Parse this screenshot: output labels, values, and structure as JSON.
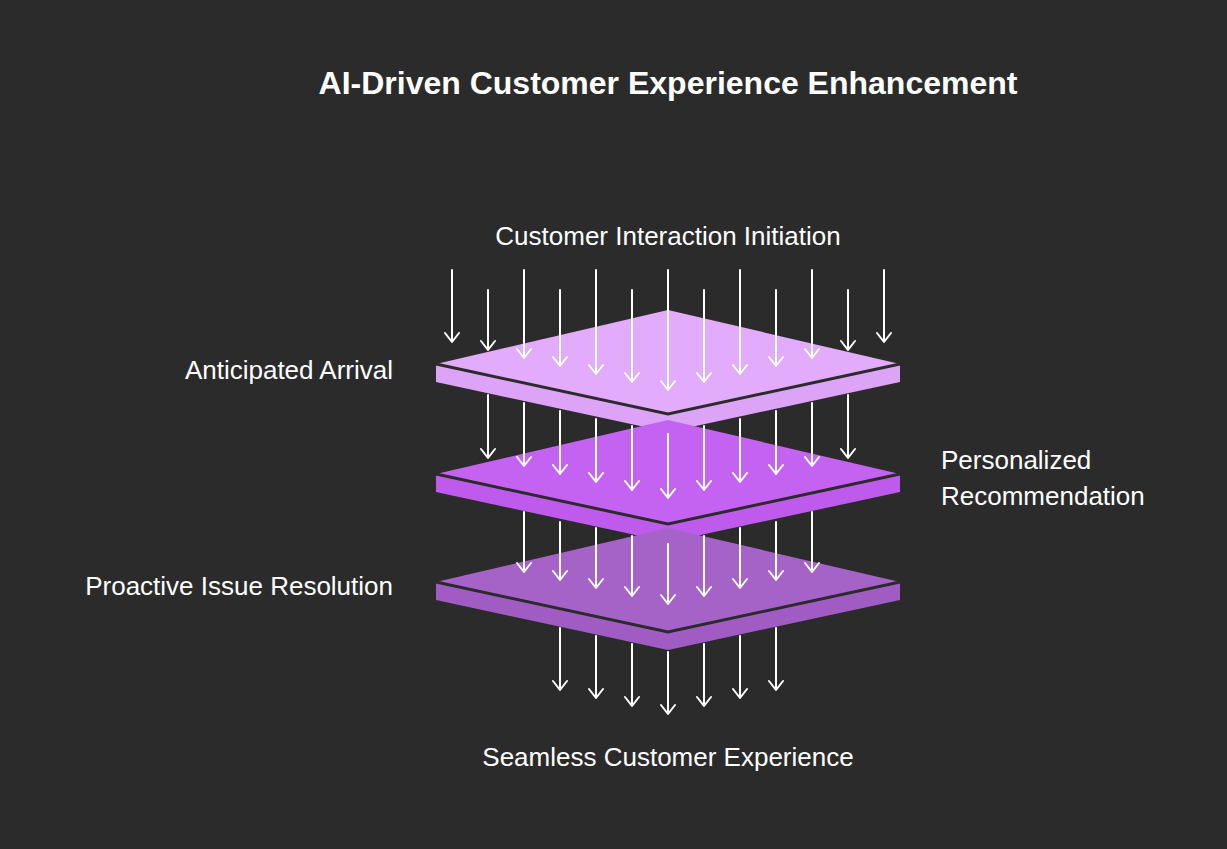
{
  "diagram": {
    "title": "AI-Driven Customer Experience Enhancement",
    "nodes": [
      {
        "text": [
          "Anticipated Arrival"
        ]
      },
      {
        "text": [
          "Personalized Recommendation"
        ]
      },
      {
        "text": [
          "Proactive Issue Resolution"
        ]
      }
    ],
    "labels": [
      "Customer Interaction Initiation",
      "Seamless Customer Experience"
    ]
  }
}
